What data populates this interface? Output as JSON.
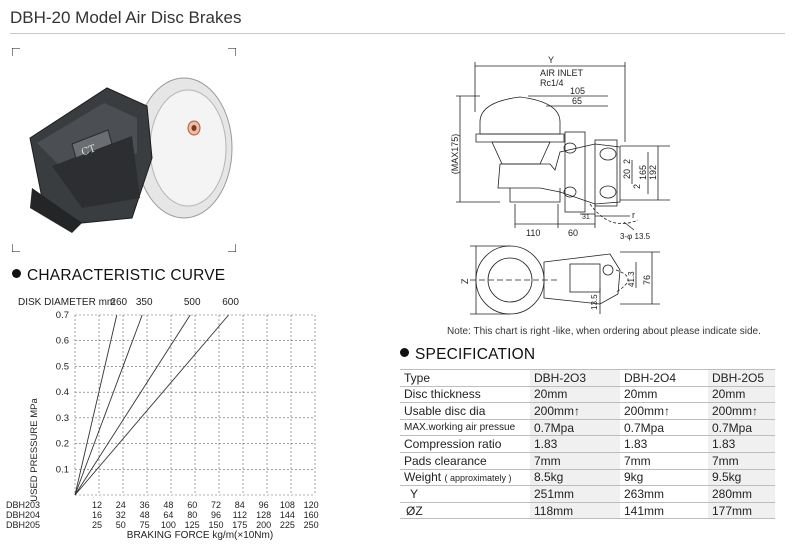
{
  "page": {
    "title": "DBH-20 Model Air Disc Brakes"
  },
  "curve": {
    "heading": "CHARACTERISTIC CURVE",
    "disk_label": "DISK DIAMETER mm",
    "ylabel": "USED PRESSURE MPa",
    "xlabel": "BRAKING FORCE kg/m(×10Nm)"
  },
  "drawing": {
    "air_inlet": "AIR INLET",
    "rc": "Rc1/4",
    "dim_y": "Y",
    "dim_105": "105",
    "dim_65": "65",
    "dim_max": "(MAX175)",
    "dim_2a": "2",
    "dim_20": "20",
    "dim_2b": "2",
    "dim_165": "165",
    "dim_192": "192",
    "dim_110": "110",
    "dim_60": "60",
    "dim_31": "31",
    "dim_r": "r",
    "dim_hole": "3-φ 13.5",
    "dim_z": "Z",
    "dim_413": "41.3",
    "dim_76": "76",
    "dim_135": "13.5"
  },
  "note": "Note: This chart is right -like, when ordering about please indicate side.",
  "spec": {
    "heading": "SPECIFICATION",
    "columns": [
      "Type",
      "DBH-2O3",
      "DBH-2O4",
      "DBH-2O5"
    ],
    "rows": [
      {
        "label": "Disc thickness",
        "values": [
          "20mm",
          "20mm",
          "20mm"
        ]
      },
      {
        "label": "Usable disc dia",
        "values": [
          "200mm↑",
          "200mm↑",
          "200mm↑"
        ]
      },
      {
        "label": "MAX.working air pressue",
        "values": [
          "0.7Mpa",
          "0.7Mpa",
          "0.7Mpa"
        ]
      },
      {
        "label": "Compression ratio",
        "values": [
          "1.83",
          "1.83",
          "1.83"
        ]
      },
      {
        "label": "Pads clearance",
        "values": [
          "7mm",
          "7mm",
          "7mm"
        ]
      },
      {
        "label": "Weight",
        "sub": "( approximately )",
        "values": [
          "8.5kg",
          "9kg",
          "9.5kg"
        ]
      },
      {
        "label": "Y",
        "values": [
          "251mm",
          "263mm",
          "280mm"
        ]
      },
      {
        "label": "ØZ",
        "values": [
          "118mm",
          "141mm",
          "177mm"
        ]
      }
    ]
  },
  "chart_data": {
    "type": "line",
    "title": "CHARACTERISTIC CURVE",
    "ylabel": "USED PRESSURE MPa",
    "xlabel": "BRAKING FORCE kg/m(×10Nm)",
    "ylim": [
      0,
      0.7
    ],
    "y_ticks": [
      "0.1",
      "0.2",
      "0.3",
      "0.4",
      "0.5",
      "0.6",
      "0.7"
    ],
    "x_scales": [
      {
        "name": "DBH203",
        "ticks": [
          "12",
          "24",
          "36",
          "48",
          "60",
          "72",
          "84",
          "96",
          "108",
          "120"
        ]
      },
      {
        "name": "DBH204",
        "ticks": [
          "16",
          "32",
          "48",
          "64",
          "80",
          "96",
          "112",
          "128",
          "144",
          "160"
        ]
      },
      {
        "name": "DBH205",
        "ticks": [
          "25",
          "50",
          "75",
          "100",
          "125",
          "150",
          "175",
          "200",
          "225",
          "250"
        ]
      }
    ],
    "series": [
      {
        "name": "260",
        "x": [
          0,
          43.5
        ],
        "y": [
          0,
          0.7
        ]
      },
      {
        "name": "350",
        "x": [
          0,
          70
        ],
        "y": [
          0,
          0.7
        ]
      },
      {
        "name": "500",
        "x": [
          0,
          120
        ],
        "y": [
          0,
          0.7
        ]
      },
      {
        "name": "600",
        "x": [
          0,
          160
        ],
        "y": [
          0,
          0.7
        ]
      }
    ],
    "x_data_scale": "DBH205",
    "grid": true
  }
}
